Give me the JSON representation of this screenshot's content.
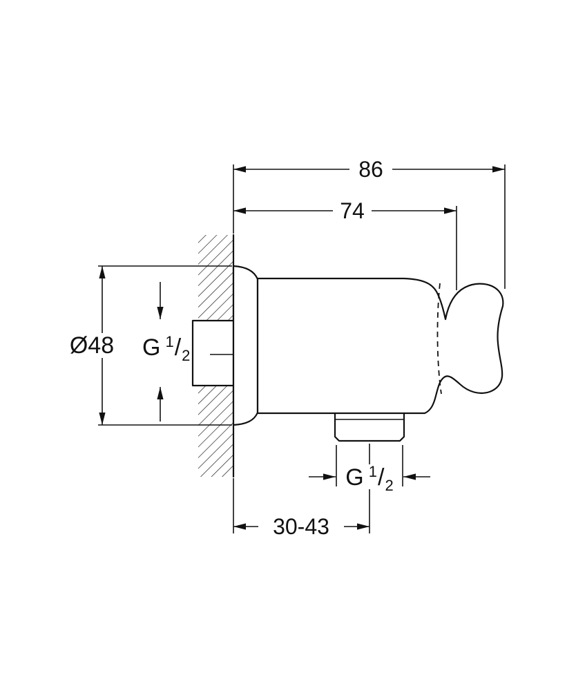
{
  "drawing": {
    "type": "technical-dimension-drawing",
    "labels": {
      "dim_overall_width": "86",
      "dim_body_width": "74",
      "dim_flange_diameter": "Ø48",
      "dim_wall_offset": "30-43"
    },
    "thread_label": {
      "prefix": "G",
      "numerator": "1",
      "slash": "/",
      "denominator": "2"
    },
    "colors": {
      "line": "#111111",
      "background": "#ffffff"
    }
  }
}
